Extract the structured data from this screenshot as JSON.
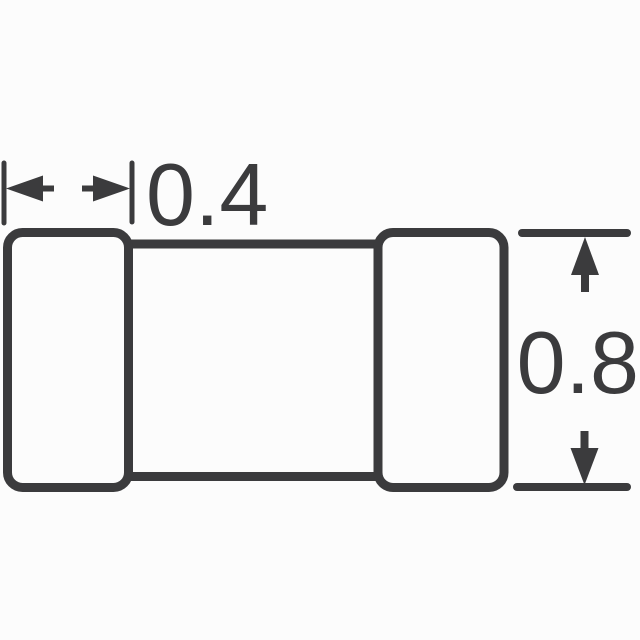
{
  "canvas": {
    "background": "#fcfcfc",
    "stroke_color": "#3b3b3d"
  },
  "component": {
    "kind": "chip-component-outline",
    "parts": [
      "left-terminal",
      "body",
      "right-terminal"
    ]
  },
  "dimensions": {
    "terminal_width": {
      "label": "0.4"
    },
    "component_height": {
      "label": "0.8"
    }
  }
}
